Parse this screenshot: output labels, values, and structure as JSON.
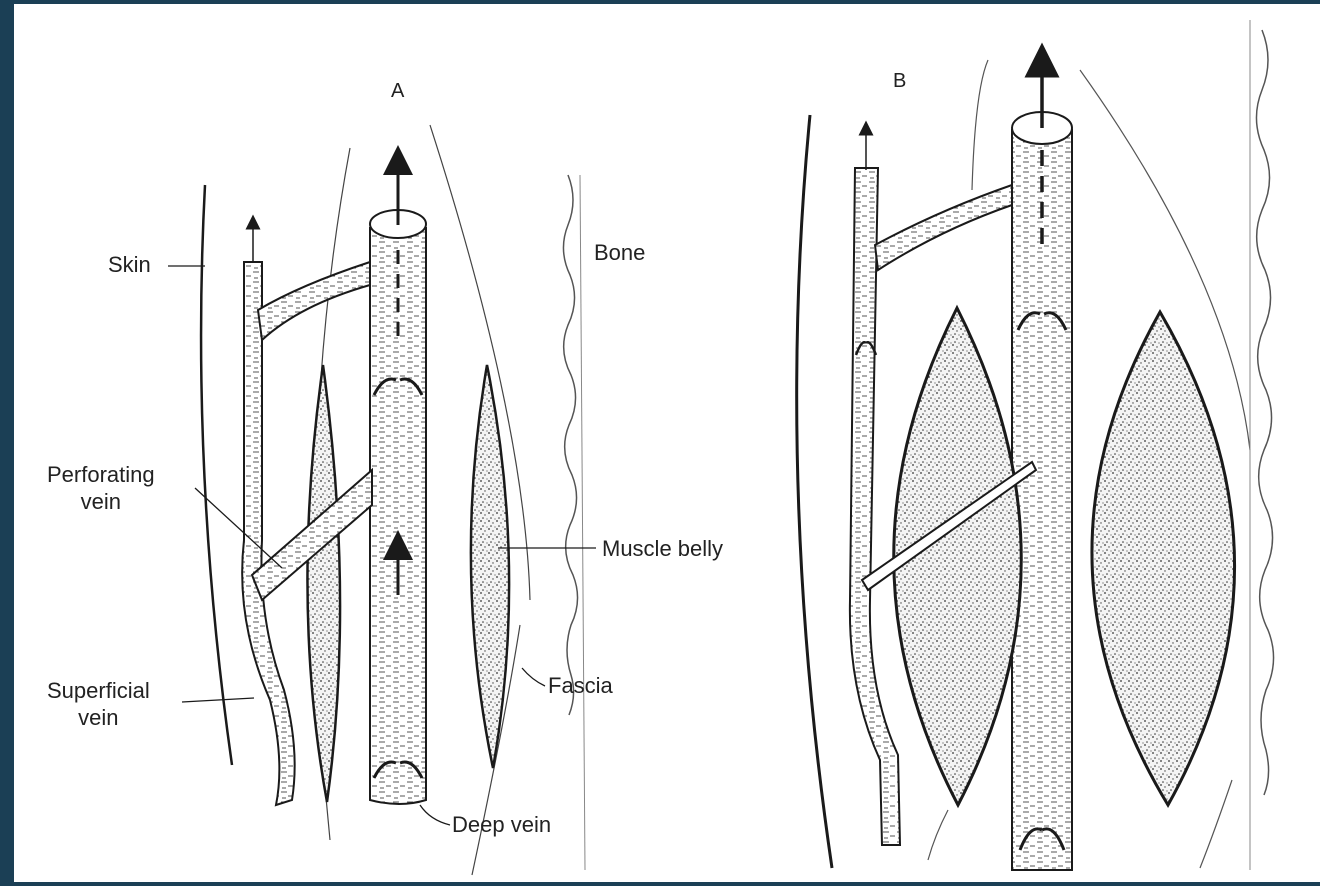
{
  "panels": [
    {
      "id": "A",
      "label": "A"
    },
    {
      "id": "B",
      "label": "B"
    }
  ],
  "labels": {
    "skin": "Skin",
    "bone": "Bone",
    "perforating_vein": [
      "Perforating",
      "vein"
    ],
    "muscle_belly": "Muscle belly",
    "fascia": "Fascia",
    "superficial_vein": [
      "Superficial",
      "vein"
    ],
    "deep_vein": "Deep vein"
  },
  "colors": {
    "border": "#1b3f55",
    "background": "#ffffff",
    "ink": "#1a1a1a"
  }
}
